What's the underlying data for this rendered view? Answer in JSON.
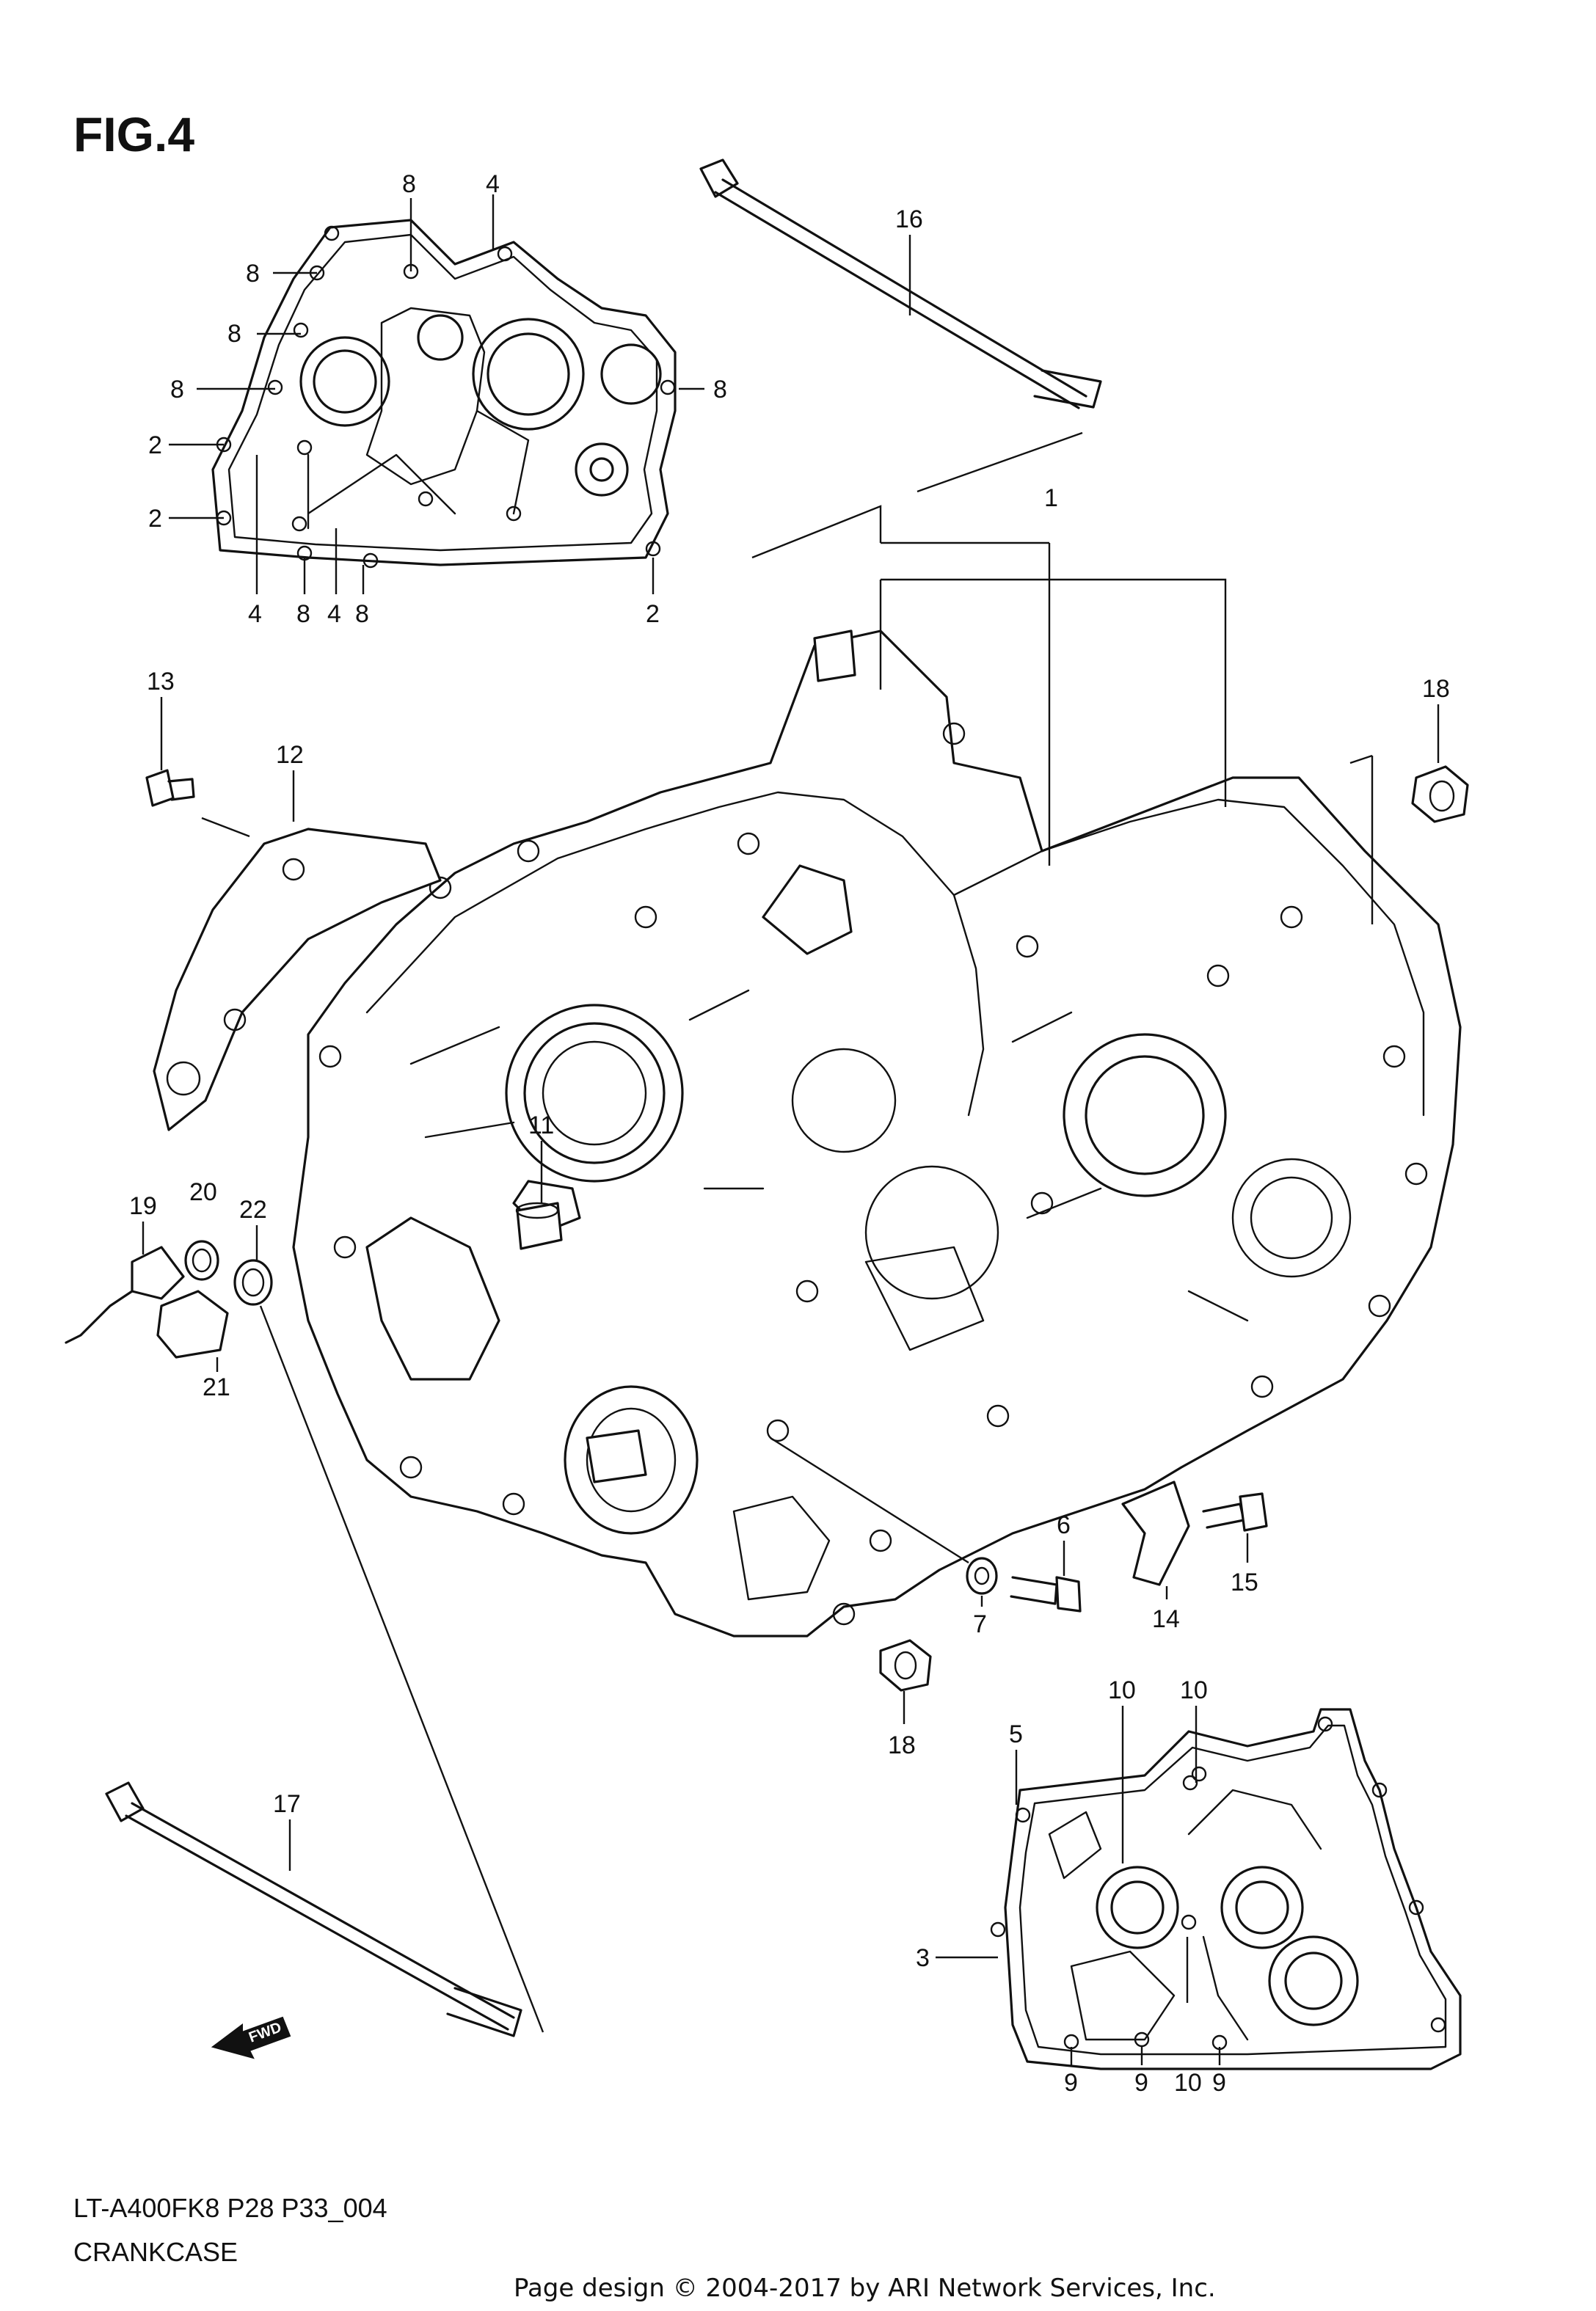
{
  "figure": {
    "title": "FIG.4"
  },
  "model_code": "LT-A400FK8 P28 P33_004",
  "section_name": "CRANKCASE",
  "footer": "Page design © 2004-2017 by ARI Network Services, Inc.",
  "fwd_arrow_label": "FWD",
  "callouts": [
    {
      "id": "c1",
      "label": "1"
    },
    {
      "id": "c2a",
      "label": "2"
    },
    {
      "id": "c2b",
      "label": "2"
    },
    {
      "id": "c2c",
      "label": "2"
    },
    {
      "id": "c3",
      "label": "3"
    },
    {
      "id": "c4a",
      "label": "4"
    },
    {
      "id": "c4b",
      "label": "4"
    },
    {
      "id": "c4c",
      "label": "4"
    },
    {
      "id": "c5",
      "label": "5"
    },
    {
      "id": "c6",
      "label": "6"
    },
    {
      "id": "c7",
      "label": "7"
    },
    {
      "id": "c8a",
      "label": "8"
    },
    {
      "id": "c8b",
      "label": "8"
    },
    {
      "id": "c8c",
      "label": "8"
    },
    {
      "id": "c8d",
      "label": "8"
    },
    {
      "id": "c8e",
      "label": "8"
    },
    {
      "id": "c8f",
      "label": "8"
    },
    {
      "id": "c8g",
      "label": "8"
    },
    {
      "id": "c9a",
      "label": "9"
    },
    {
      "id": "c9b",
      "label": "9"
    },
    {
      "id": "c9c",
      "label": "9"
    },
    {
      "id": "c10a",
      "label": "10"
    },
    {
      "id": "c10b",
      "label": "10"
    },
    {
      "id": "c10c",
      "label": "10"
    },
    {
      "id": "c11",
      "label": "11"
    },
    {
      "id": "c12",
      "label": "12"
    },
    {
      "id": "c13",
      "label": "13"
    },
    {
      "id": "c14",
      "label": "14"
    },
    {
      "id": "c15",
      "label": "15"
    },
    {
      "id": "c16",
      "label": "16"
    },
    {
      "id": "c17",
      "label": "17"
    },
    {
      "id": "c18a",
      "label": "18"
    },
    {
      "id": "c18b",
      "label": "18"
    },
    {
      "id": "c19",
      "label": "19"
    },
    {
      "id": "c20",
      "label": "20"
    },
    {
      "id": "c21",
      "label": "21"
    },
    {
      "id": "c22",
      "label": "22"
    }
  ]
}
